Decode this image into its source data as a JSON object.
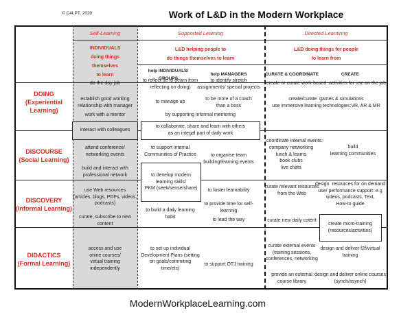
{
  "copyright": "© C4LPT, 2020",
  "title": "Work of L&D in the Modern Workplace",
  "footer": "ModernWorkplaceLearning.com",
  "header": {
    "self_learning": "Self-Learning",
    "supported_learning": "Supported Learning",
    "directed_learning": "Directed Learninng",
    "self_desc": "INDIVIDUALS\ndoing things\nthemselves\nto learn",
    "supported_desc": "L&D helping people to\ndo things themselves to learn",
    "directed_desc": "L&D doing things for people\nto learn from",
    "sub_individuals": "help INDIVIDUALS/\nGROUPS",
    "sub_managers": "help MANAGERS",
    "sub_curate": "CURATE & COORDINATE",
    "sub_create": "CREATE"
  },
  "rows": {
    "doing": {
      "label": "DOING\n(Experiential\nLearning)",
      "self": [
        "do the day job",
        "establish good working\nrelationship with manager",
        "work with a mentor"
      ],
      "individuals": [
        "to reflect (ie to (learn from\nreflecting on doing)",
        "to manage up"
      ],
      "managers": [
        "to identify stretch\nassignments/ special projects",
        "to be more of a coach\nthan a boss"
      ],
      "supported_span": "by supporting informal mentoring",
      "directed": [
        "create or curate work-based  activities for use on the job",
        "create/curate  games & simulations\nuse immersive learning technologies:VR, AR & MR"
      ]
    },
    "boundary": {
      "self_box": "interact with colleagues",
      "supported_box": "to collaborate, share and learn with others\nas an integal part of daily work"
    },
    "discourse": {
      "label": "DISCOURSE\n(Social Learning)",
      "self": [
        "attend conference/\nnetworking events",
        "build and interact with\nprofessional network"
      ],
      "individuals": [
        "to support internal\nCommunities of Practice"
      ],
      "managers": [
        "to organise team\nbuilding/learning events"
      ],
      "box": "to develop modern\nlearning skills/\nPKM (seek/sense/share)",
      "curate_heading": "coordinate internal events:",
      "curate_list": "company networking\nlunch & learns\nbook clubs\nlive chats",
      "create": [
        "build\nlearning communities"
      ]
    },
    "discovery": {
      "label": "DISCOVERY\n(Informal Learning)",
      "self": [
        "use Web resources\n(articles, blogs, PDFs, videos,\npodcasts)",
        "curate, subscribe to new\ncontent"
      ],
      "individuals": [
        "to build a daily learning\nhabit"
      ],
      "managers": [
        "to foster learnability",
        "to provide time for self-\nlearnnig",
        "to lead the way"
      ],
      "curate": [
        "curate relevant resources\nfrom the Web",
        "curate new daily cotent"
      ],
      "create": [
        "design  resources for on demand\nuse/ performance support: e.g\nvideos, podcasts, Text,\nHow-to guide"
      ],
      "box": "create micro-training\n(resources/activities)"
    },
    "didactics": {
      "label": "DIDACTICS\n(Formal Learning)",
      "self": [
        "access and use\nonine courses/\nvirtual training\nindependently"
      ],
      "individuals": [
        "to set up individual\nDevelopment Plans (setting\non goals/commiting\ntime/etc)"
      ],
      "managers": [
        "to support OTJ training"
      ],
      "curate": [
        "curate external events\n(training sessions,\nconferences, networking",
        "provide an external\ncourse library"
      ],
      "create": [
        "design and deliver f2f/virtual\ntraining",
        "design and deliver online courses\n(synch/asynch)"
      ]
    }
  },
  "colors": {
    "red": "#e8251c",
    "grey_column": "#d9d9d9"
  }
}
